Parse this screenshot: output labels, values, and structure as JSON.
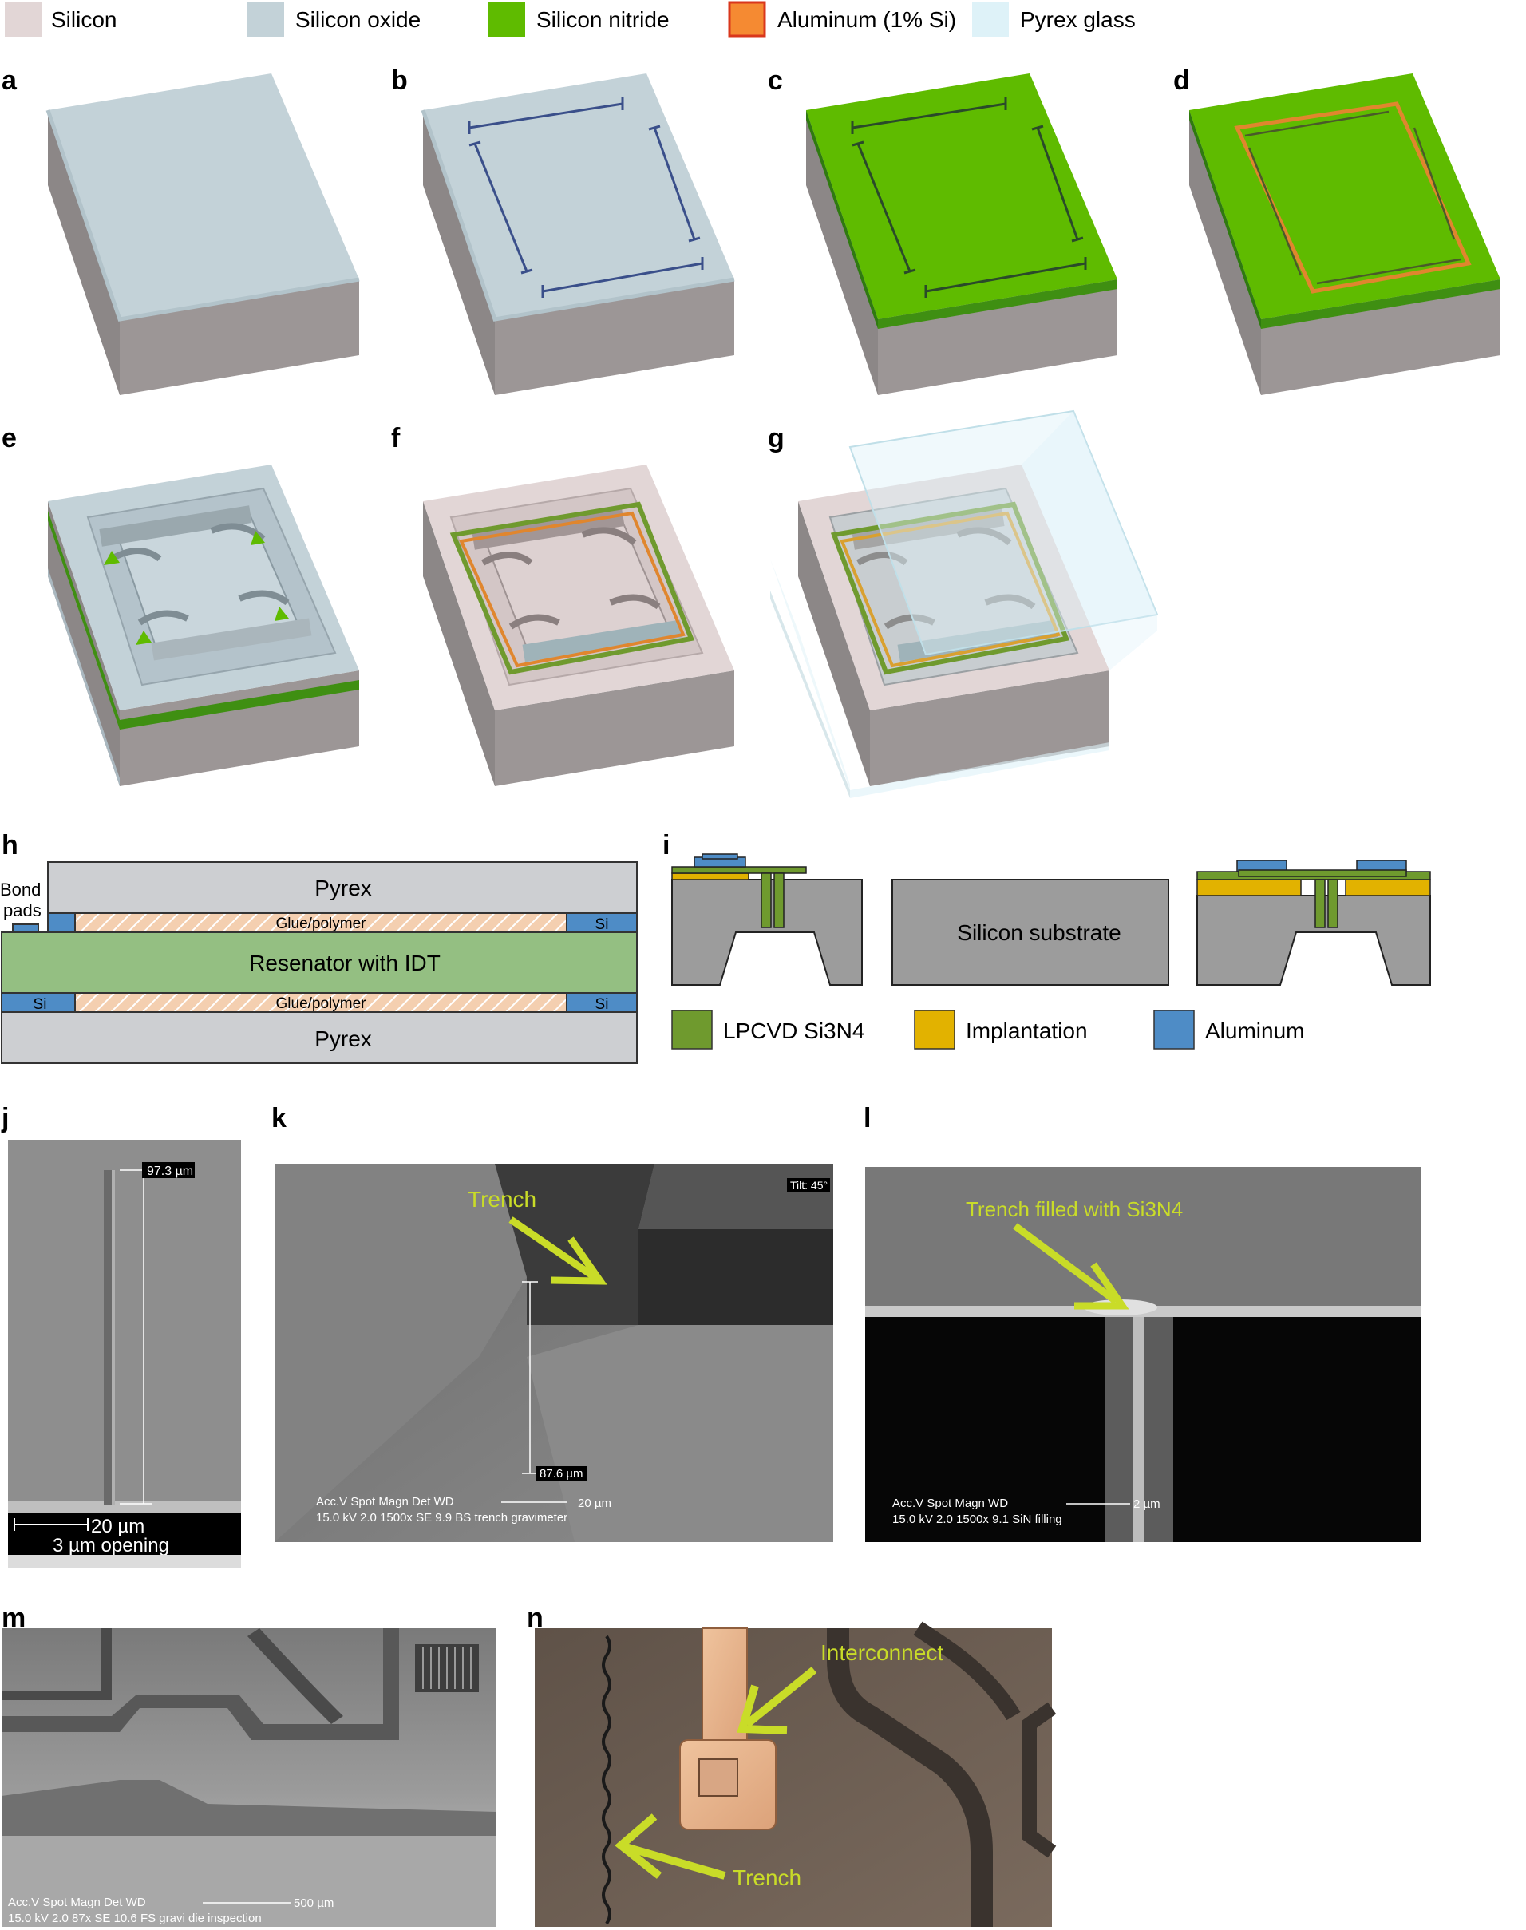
{
  "colors": {
    "silicon": "#e2d6d6",
    "silicon_oxide": "#c3d2d8",
    "silicon_nitride": "#5fbb00",
    "aluminum": "#f58a32",
    "aluminum_border": "#d9371c",
    "pyrex": "#def2f8",
    "block_side_dark": "#8c8787",
    "block_side_light": "#9c9696",
    "lpcvd": "#6f9a2e",
    "implant": "#e2b200",
    "al_blue": "#4e8cc6",
    "gray_substrate": "#9c9c9c",
    "resonator": "#94bf82",
    "pyrex_gray": "#cdcfd2",
    "hatch": "#f4cfb0",
    "annotation": "#c9dc28"
  },
  "legend_top": [
    {
      "id": "silicon",
      "label": "Silicon",
      "color": "#e2d6d6"
    },
    {
      "id": "oxide",
      "label": "Silicon oxide",
      "color": "#c3d2d8"
    },
    {
      "id": "nitride",
      "label": "Silicon nitride",
      "color": "#5fbb00"
    },
    {
      "id": "aluminum",
      "label": "Aluminum (1% Si)",
      "color": "#f58a32"
    },
    {
      "id": "pyrex",
      "label": "Pyrex glass",
      "color": "#def2f8"
    }
  ],
  "panel_labels": {
    "a": "a",
    "b": "b",
    "c": "c",
    "d": "d",
    "e": "e",
    "f": "f",
    "g": "g",
    "h": "h",
    "i": "i",
    "j": "j",
    "k": "k",
    "l": "l",
    "m": "m",
    "n": "n"
  },
  "panel_h": {
    "bond_pads": "Bond pads",
    "pyrex_top": "Pyrex",
    "glue_top": "Glue/polymer",
    "si": "Si",
    "resonator": "Resenator with IDT",
    "glue_bottom": "Glue/polymer",
    "pyrex_bottom": "Pyrex"
  },
  "panel_i": {
    "substrate": "Silicon substrate",
    "legend": [
      {
        "label": "LPCVD Si3N4",
        "color": "#6f9a2e"
      },
      {
        "label": "Implantation",
        "color": "#e2b200"
      },
      {
        "label": "Aluminum",
        "color": "#4e8cc6"
      }
    ]
  },
  "panel_j": {
    "height_label": "97.3 µm",
    "scale_label": "20 µm",
    "opening_label": "3 µm opening"
  },
  "panel_k": {
    "trench": "Trench",
    "tilt": "Tilt: 45°",
    "depth_label": "87.6 µm",
    "info_line1": "Acc.V    Spot Magn    Det   WD",
    "info_line2": "15.0 kV 2.0    1500x   SE     9.9   BS trench gravimeter",
    "scale": "20 µm"
  },
  "panel_l": {
    "annotation": "Trench filled with Si3N4",
    "info_line1": "Acc.V    Spot Magn       WD",
    "info_line2": "15.0 kV 2.0    1500x   9.1   SiN filling",
    "scale": "2 µm"
  },
  "panel_m": {
    "info_line1": "Acc.V    Spot Magn      Det   WD",
    "info_line2": "15.0 kV 2.0     87x         SE    10.6   FS  gravi die inspection",
    "scale": "500 µm"
  },
  "panel_n": {
    "interconnect": "Interconnect",
    "trench": "Trench"
  }
}
